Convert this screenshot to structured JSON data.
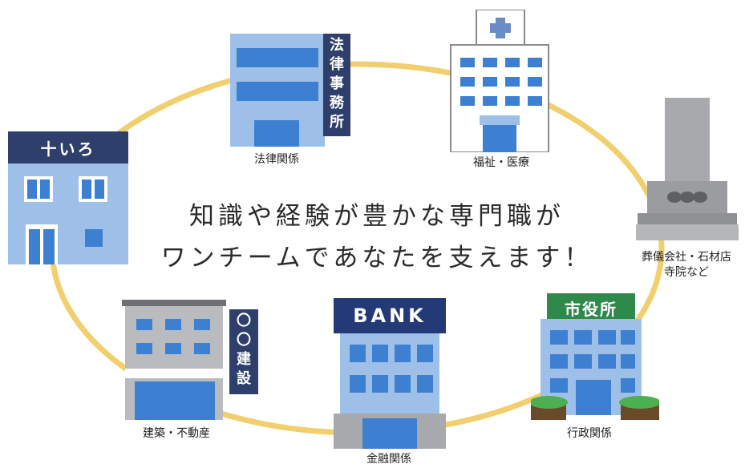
{
  "headline": {
    "line1": "知識や経験が豊かな専門職が",
    "line2": "ワンチームであなたを支えます！"
  },
  "nodes": {
    "irodori": {
      "sign": "十いろ"
    },
    "law": {
      "sign_chars": [
        "法",
        "律",
        "事",
        "務",
        "所"
      ],
      "label": "法律関係"
    },
    "welfare": {
      "label": "福祉・医療"
    },
    "funeral": {
      "label_line1": "葬儀会社・石材店",
      "label_line2": "寺院など"
    },
    "city": {
      "sign": "市役所",
      "label": "行政関係"
    },
    "bank": {
      "sign": "BANK",
      "label": "金融関係"
    },
    "construction": {
      "sign_chars": [
        "〇",
        "〇",
        "建",
        "設"
      ],
      "label": "建築・不動産"
    }
  },
  "colors": {
    "ring": "#f2cf6e",
    "building_blue": "#7aa5dc",
    "window_blue": "#3d7fd0",
    "sign_navy": "#2f3f6c",
    "bank_navy": "#233a77",
    "city_green": "#2e8a4a",
    "concrete": "#a7a9ad"
  }
}
